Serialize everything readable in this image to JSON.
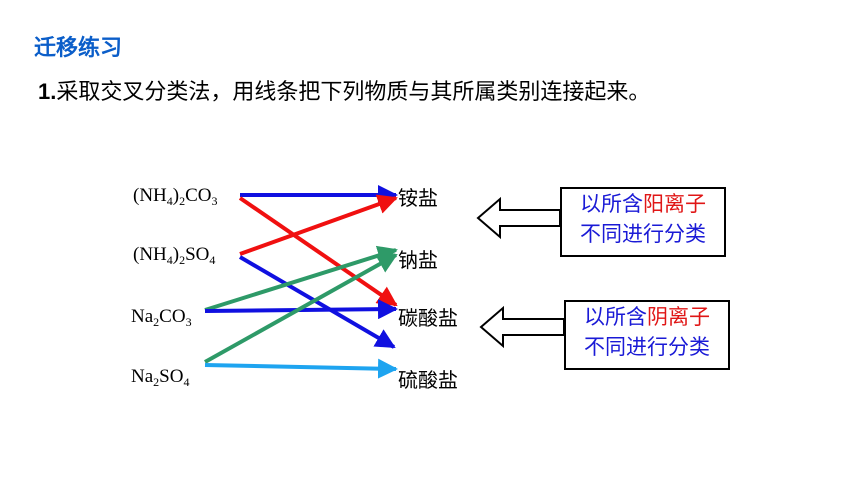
{
  "heading": "迁移练习",
  "question": {
    "number": "1.",
    "text": "采取交叉分类法，用线条把下列物质与其所属类别连接起来。"
  },
  "compounds": [
    {
      "id": "nh4_2co3",
      "parts": [
        "(NH",
        "4",
        ")",
        "2",
        "CO",
        "3"
      ]
    },
    {
      "id": "nh4_2so4",
      "parts": [
        "(NH",
        "4",
        ")",
        "2",
        "SO",
        "4"
      ]
    },
    {
      "id": "na2co3",
      "parts": [
        "Na",
        "2",
        "CO",
        "3"
      ]
    },
    {
      "id": "na2so4",
      "parts": [
        "Na",
        "2",
        "SO",
        "4"
      ]
    }
  ],
  "categories": [
    "铵盐",
    "钠盐",
    "碳酸盐",
    "硫酸盐"
  ],
  "cation_box": {
    "line1_pre": "以所含",
    "line1_highlight": "阳离子",
    "line2": "不同进行分类"
  },
  "anion_box": {
    "line1_pre": "以所含",
    "line1_highlight": "阴离子",
    "line2": "不同进行分类"
  },
  "arrows": [
    {
      "from": "nh4_2co3",
      "to": "铵盐",
      "color": "#1010e0"
    },
    {
      "from": "nh4_2co3",
      "to": "碳酸盐",
      "color": "#f01010"
    },
    {
      "from": "nh4_2so4",
      "to": "铵盐",
      "color": "#f01010"
    },
    {
      "from": "nh4_2so4",
      "to": "硫酸盐",
      "color": "#1010e0"
    },
    {
      "from": "na2co3",
      "to": "钠盐",
      "color": "#2e9a68"
    },
    {
      "from": "na2co3",
      "to": "碳酸盐",
      "color": "#1010e0"
    },
    {
      "from": "na2so4",
      "to": "钠盐",
      "color": "#2e9a68"
    },
    {
      "from": "na2so4",
      "to": "硫酸盐",
      "color": "#1ea4f0"
    }
  ],
  "colors": {
    "heading": "#0b5ec9",
    "highlight": "#e01616",
    "box_text": "#1a1ad6"
  }
}
